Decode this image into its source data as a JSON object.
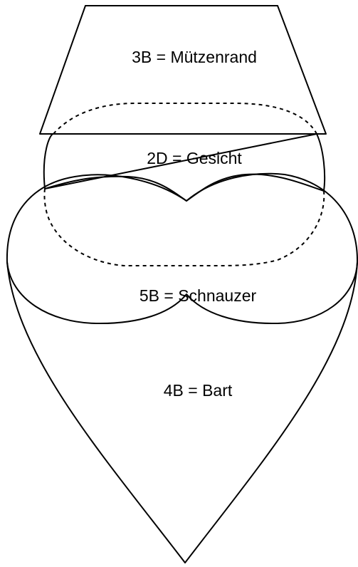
{
  "diagram": {
    "parts": [
      {
        "id": "muetzenrand",
        "label": "3B = Mützenrand"
      },
      {
        "id": "gesicht",
        "label": "2D = Gesicht"
      },
      {
        "id": "schnauzer",
        "label": "5B = Schnauzer"
      },
      {
        "id": "bart",
        "label": "4B = Bart"
      }
    ]
  }
}
